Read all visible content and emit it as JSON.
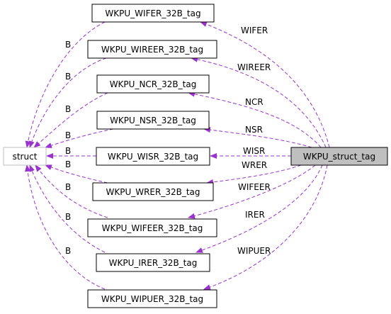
{
  "diagram": {
    "edge_color": "#9a32cd",
    "nodes": {
      "struct": "struct",
      "main": "WKPU_struct_tag",
      "wifer": "WKPU_WIFER_32B_tag",
      "wireer": "WKPU_WIREER_32B_tag",
      "ncr": "WKPU_NCR_32B_tag",
      "nsr": "WKPU_NSR_32B_tag",
      "wisr": "WKPU_WISR_32B_tag",
      "wrer": "WKPU_WRER_32B_tag",
      "wifeer": "WKPU_WIFEER_32B_tag",
      "irer": "WKPU_IRER_32B_tag",
      "wipuer": "WKPU_WIPUER_32B_tag"
    },
    "main_edge_labels": {
      "wifer": "WIFER",
      "wireer": "WIREER",
      "ncr": "NCR",
      "nsr": "NSR",
      "wisr": "WISR",
      "wrer": "WRER",
      "wifeer": "WIFEER",
      "irer": "IRER",
      "wipuer": "WIPUER"
    },
    "struct_edge_label": "B"
  }
}
